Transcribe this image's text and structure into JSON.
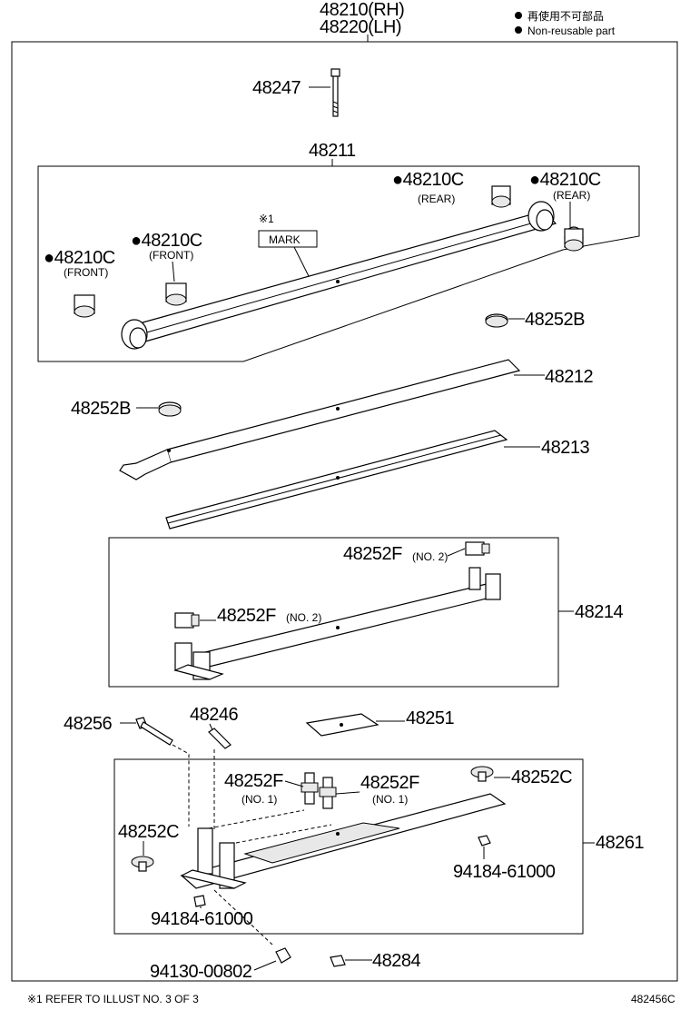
{
  "header": {
    "assembly_rh": "48210(RH)",
    "assembly_lh": "48220(LH)",
    "legend_line1": "再使用不可部品",
    "legend_line2": "Non-reusable part"
  },
  "parts": {
    "p48247": "48247",
    "p48211": "48211",
    "p48210c_rear_right": "●48210C",
    "p48210c_rear_right_sub": "(REAR)",
    "p48210c_rear_left": "●48210C",
    "p48210c_rear_left_sub": "(REAR)",
    "p48210c_front_left": "●48210C",
    "p48210c_front_left_sub": "(FRONT)",
    "p48210c_front_right": "●48210C",
    "p48210c_front_right_sub": "(FRONT)",
    "ref_mark": "※1",
    "mark_label": "MARK",
    "p48252b_right": "48252B",
    "p48252b_left": "48252B",
    "p48212": "48212",
    "p48213": "48213",
    "p48252f_no2_top": "48252F",
    "p48252f_no2_top_sub": "(NO. 2)",
    "p48252f_no2_mid": "48252F",
    "p48252f_no2_mid_sub": "(NO. 2)",
    "p48214": "48214",
    "p48256": "48256",
    "p48246": "48246",
    "p48251": "48251",
    "p48252f_no1_left": "48252F",
    "p48252f_no1_left_sub": "(NO. 1)",
    "p48252f_no1_right": "48252F",
    "p48252f_no1_right_sub": "(NO. 1)",
    "p48252c_top": "48252C",
    "p48252c_left": "48252C",
    "p48261": "48261",
    "p94184_right": "94184-61000",
    "p94184_left": "94184-61000",
    "p94130": "94130-00802",
    "p48284": "48284"
  },
  "footer": {
    "note": "※1 REFER TO ILLUST NO. 3 OF 3",
    "figure_id": "482456C"
  }
}
